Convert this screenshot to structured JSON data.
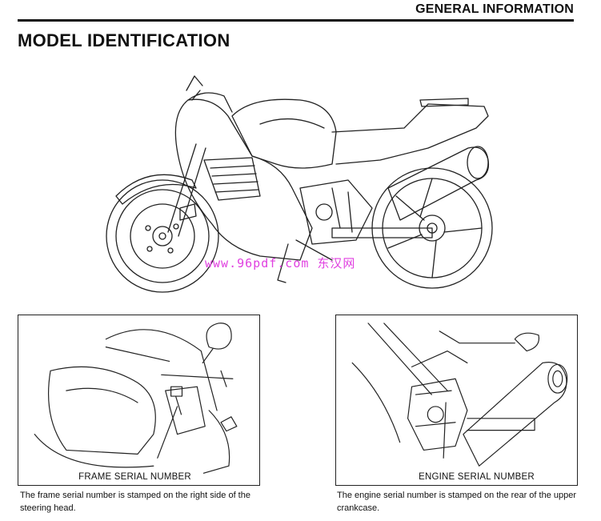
{
  "header": {
    "section": "GENERAL INFORMATION",
    "title": "MODEL IDENTIFICATION"
  },
  "watermark": "www.96pdf.com 东汉网",
  "panels": [
    {
      "label": "FRAME SERIAL NUMBER",
      "caption": "The frame serial number is stamped on the right side of the steering head."
    },
    {
      "label": "ENGINE SERIAL NUMBER",
      "caption": "The engine serial number is stamped on the rear of the upper crankcase."
    }
  ]
}
